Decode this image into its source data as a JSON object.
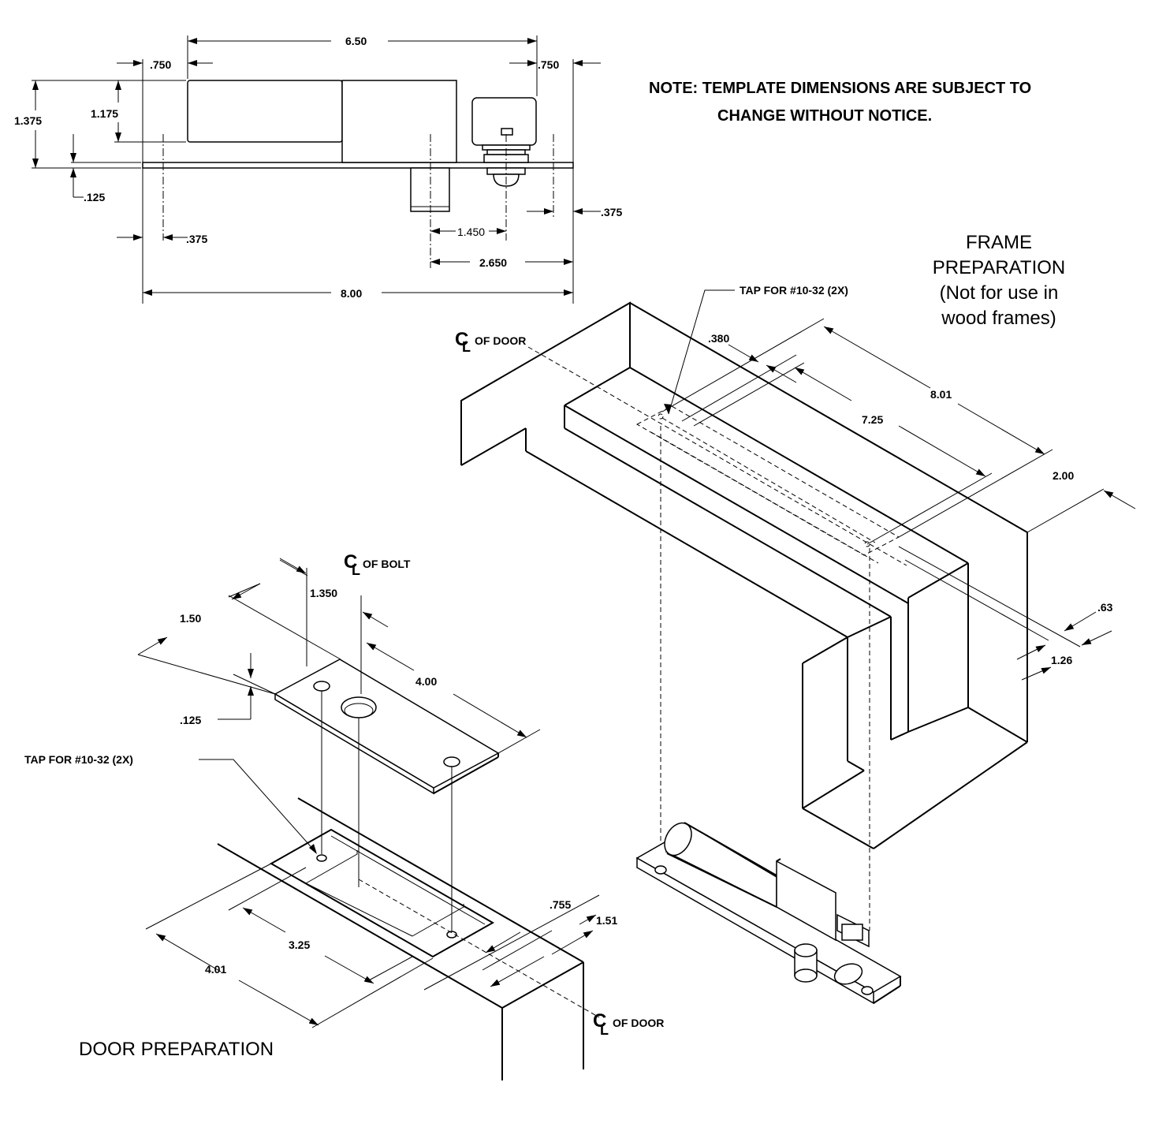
{
  "note": {
    "line1": "NOTE: TEMPLATE DIMENSIONS ARE SUBJECT TO",
    "line2": "CHANGE WITHOUT NOTICE."
  },
  "frame_title": {
    "line1": "FRAME",
    "line2": "PREPARATION",
    "line3": "(Not for use in",
    "line4": "wood frames)"
  },
  "door_title": "DOOR PREPARATION",
  "centerline_symbol": "C",
  "centerline_sub": "L",
  "centerline_labels": {
    "door_frame": "OF DOOR",
    "bolt": "OF BOLT",
    "door_bottom": "OF DOOR"
  },
  "callouts": {
    "tap_frame": "TAP FOR #10-32 (2X)",
    "tap_door": "TAP FOR #10-32 (2X)"
  },
  "dimensions": {
    "top_650": "6.50",
    "top_750_left": ".750",
    "top_750_right": ".750",
    "top_1375": "1.375",
    "top_1175": "1.175",
    "top_125": ".125",
    "top_375_left": ".375",
    "top_1450": "1.450",
    "top_375_right": ".375",
    "top_2650": "2.650",
    "top_800": "8.00",
    "frame_380": ".380",
    "frame_801": "8.01",
    "frame_725": "7.25",
    "frame_200": "2.00",
    "frame_063": ".63",
    "frame_126": "1.26",
    "plate_1350": "1.350",
    "plate_150": "1.50",
    "plate_400": "4.00",
    "plate_125": ".125",
    "door_755": ".755",
    "door_151": "1.51",
    "door_325": "3.25",
    "door_401": "4.01"
  }
}
